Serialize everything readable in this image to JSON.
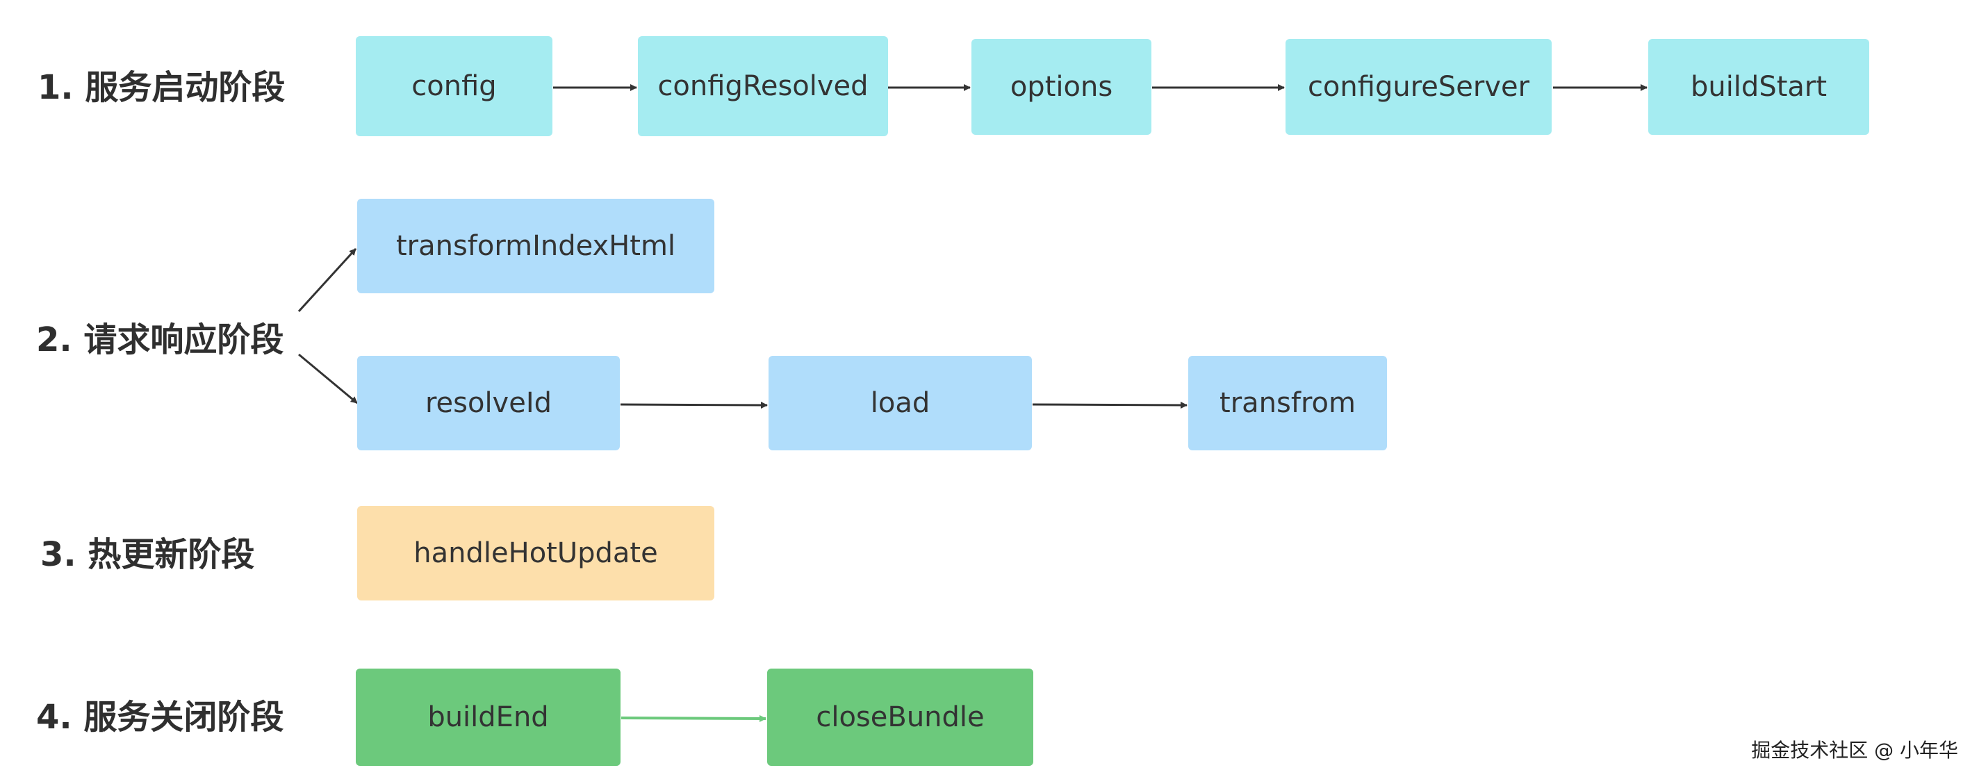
{
  "stages": [
    {
      "label": "1. 服务启动阶段"
    },
    {
      "label": "2. 请求响应阶段"
    },
    {
      "label": "3. 热更新阶段"
    },
    {
      "label": "4. 服务关闭阶段"
    }
  ],
  "nodes": {
    "config": "config",
    "configResolved": "configResolved",
    "options": "options",
    "configureServer": "configureServer",
    "buildStart": "buildStart",
    "transformIndexHtml": "transformIndexHtml",
    "resolveId": "resolveId",
    "load": "load",
    "transfrom": "transfrom",
    "handleHotUpdate": "handleHotUpdate",
    "buildEnd": "buildEnd",
    "closeBundle": "closeBundle"
  },
  "colors": {
    "startup": "#a5ecf1",
    "request": "#b0ddfb",
    "hot_update": "#fddfab",
    "shutdown": "#6cc97c",
    "arrow": "#333333",
    "arrow_green": "#6cc97c"
  },
  "watermark": "掘金技术社区 @ 小年华"
}
